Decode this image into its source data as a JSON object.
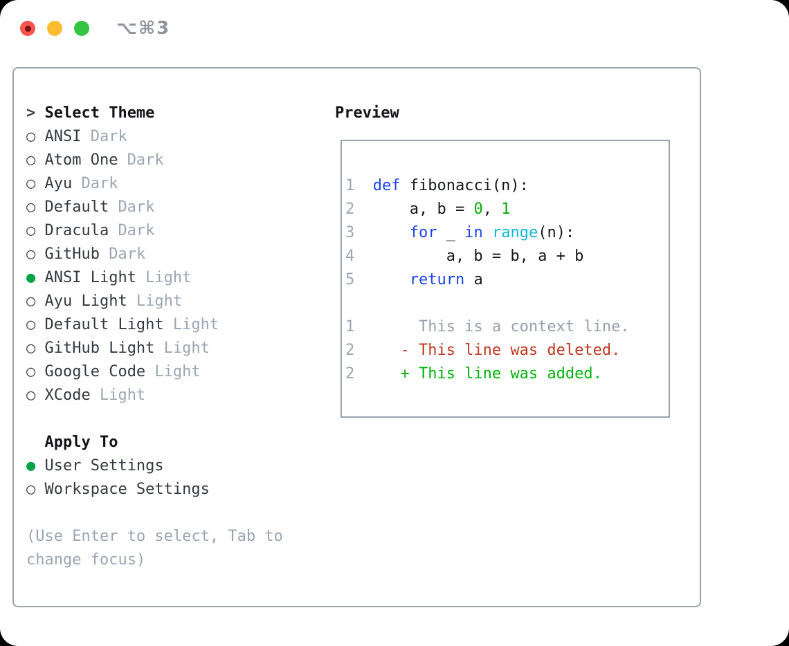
{
  "window": {
    "shortcut_label": "⌥⌘3"
  },
  "glyphs": {
    "focus_caret": ">",
    "radio_selected": "●",
    "radio_unselected": "○"
  },
  "theme_panel": {
    "title": "Select Theme",
    "items": [
      {
        "name": "ANSI",
        "variant": "Dark",
        "selected": false
      },
      {
        "name": "Atom One",
        "variant": "Dark",
        "selected": false
      },
      {
        "name": "Ayu",
        "variant": "Dark",
        "selected": false
      },
      {
        "name": "Default",
        "variant": "Dark",
        "selected": false
      },
      {
        "name": "Dracula",
        "variant": "Dark",
        "selected": false
      },
      {
        "name": "GitHub",
        "variant": "Dark",
        "selected": false
      },
      {
        "name": "ANSI Light",
        "variant": "Light",
        "selected": true
      },
      {
        "name": "Ayu Light",
        "variant": "Light",
        "selected": false
      },
      {
        "name": "Default Light",
        "variant": "Light",
        "selected": false
      },
      {
        "name": "GitHub Light",
        "variant": "Light",
        "selected": false
      },
      {
        "name": "Google Code",
        "variant": "Light",
        "selected": false
      },
      {
        "name": "XCode",
        "variant": "Light",
        "selected": false
      }
    ],
    "apply_to": {
      "title": "Apply To",
      "options": [
        {
          "label": "User Settings",
          "selected": true
        },
        {
          "label": "Workspace Settings",
          "selected": false
        }
      ]
    },
    "help_text": "(Use Enter to select, Tab to change focus)"
  },
  "preview": {
    "title": "Preview",
    "code_lines": [
      {
        "num": "1",
        "tokens": [
          {
            "t": "def",
            "c": "kw"
          },
          {
            "t": " fibonacci(n):",
            "c": "pl"
          }
        ]
      },
      {
        "num": "2",
        "tokens": [
          {
            "t": "    a, b = ",
            "c": "pl"
          },
          {
            "t": "0",
            "c": "num"
          },
          {
            "t": ", ",
            "c": "pl"
          },
          {
            "t": "1",
            "c": "num"
          }
        ]
      },
      {
        "num": "3",
        "tokens": [
          {
            "t": "    ",
            "c": "pl"
          },
          {
            "t": "for",
            "c": "kw"
          },
          {
            "t": " _ ",
            "c": "pl"
          },
          {
            "t": "in",
            "c": "kw"
          },
          {
            "t": " ",
            "c": "pl"
          },
          {
            "t": "range",
            "c": "fn"
          },
          {
            "t": "(n):",
            "c": "pl"
          }
        ]
      },
      {
        "num": "4",
        "tokens": [
          {
            "t": "        a, b = b, a + b",
            "c": "pl"
          }
        ]
      },
      {
        "num": "5",
        "tokens": [
          {
            "t": "    ",
            "c": "pl"
          },
          {
            "t": "return",
            "c": "kw"
          },
          {
            "t": " a",
            "c": "pl"
          }
        ]
      }
    ],
    "diff_lines": [
      {
        "num": "1",
        "marker": " ",
        "text": "This is a context line.",
        "kind": "context"
      },
      {
        "num": "2",
        "marker": "-",
        "text": "This line was deleted.",
        "kind": "deleted"
      },
      {
        "num": "2",
        "marker": "+",
        "text": "This line was added.",
        "kind": "added"
      }
    ]
  },
  "colors": {
    "selected_green": "#00a447",
    "added_green": "#00b40b",
    "number_green": "#00ab00",
    "keyword_blue": "#1a44ee",
    "function_cyan": "#0fb8d6",
    "deleted_red": "#c1381f",
    "muted_gray": "#9aa5b1",
    "border_gray": "#9aa4af",
    "traffic_red": "#f5574e",
    "traffic_yellow": "#fbbd30",
    "traffic_green": "#33c442"
  }
}
